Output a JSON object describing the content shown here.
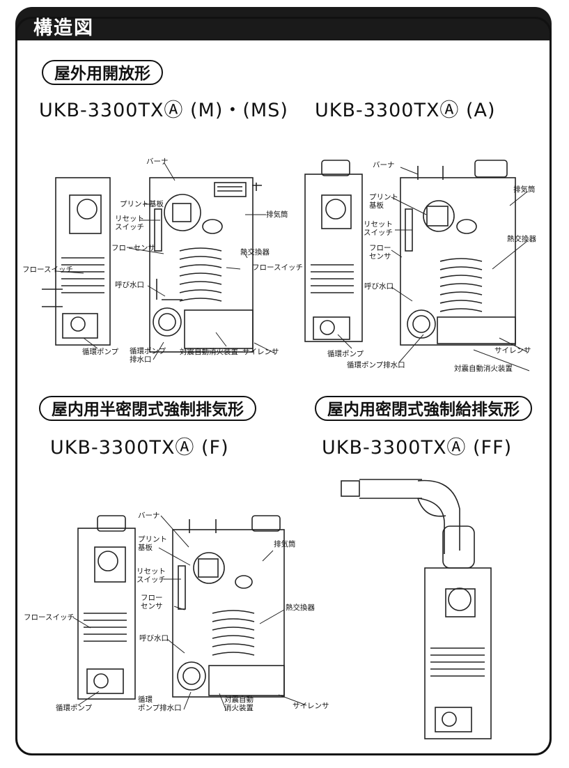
{
  "header": {
    "title": "構造図"
  },
  "sections": [
    {
      "heading": "屋外用開放形",
      "models": [
        "UKB-3300TXⒶ (M)・(MS)",
        "UKB-3300TXⒶ (A)"
      ],
      "left_labels": {
        "burner": "バーナ",
        "print_board": "プリント基板",
        "reset_switch": "リセット\nスイッチ",
        "flow_sensor": "フローセンサ",
        "flow_switch": "フロースイッチ",
        "priming_port": "呼び水口",
        "circ_pump": "循環ポンプ",
        "circ_pump_drain": "循環ポンプ\n排水口",
        "quake_extinguisher": "対震自動消火装置",
        "silencer": "サイレンサ",
        "heat_exchanger": "熱交換器",
        "exhaust_pipe": "排気筒",
        "flow_switch_2": "フロースイッチ"
      },
      "right_labels": {
        "burner": "バーナ",
        "print_board": "プリント\n基板",
        "reset_switch": "リセット\nスイッチ",
        "flow_sensor": "フロー\nセンサ",
        "priming_port": "呼び水口",
        "circ_pump": "循環ポンプ",
        "circ_pump_drain": "循環ポンプ排水口",
        "exhaust_pipe": "排気筒",
        "heat_exchanger": "熱交換器",
        "silencer": "サイレンサ",
        "quake_extinguisher": "対震自動消火装置"
      }
    },
    {
      "heading": "屋内用半密閉式強制排気形",
      "models": [
        "UKB-3300TXⒶ (F)"
      ],
      "labels": {
        "burner": "バーナ",
        "print_board": "プリント\n基板",
        "reset_switch": "リセット\nスイッチ",
        "flow_sensor": "フロー\nセンサ",
        "flow_switch": "フロースイッチ",
        "priming_port": "呼び水口",
        "circ_pump": "循環ポンプ",
        "circ_pump_drain": "循環\nポンプ排水口",
        "exhaust_pipe": "排気筒",
        "heat_exchanger": "熱交換器",
        "quake_extinguisher": "対震自動\n消火装置",
        "silencer": "サイレンサ"
      }
    },
    {
      "heading": "屋内用密閉式強制給排気形",
      "models": [
        "UKB-3300TXⒶ (FF)"
      ]
    }
  ]
}
